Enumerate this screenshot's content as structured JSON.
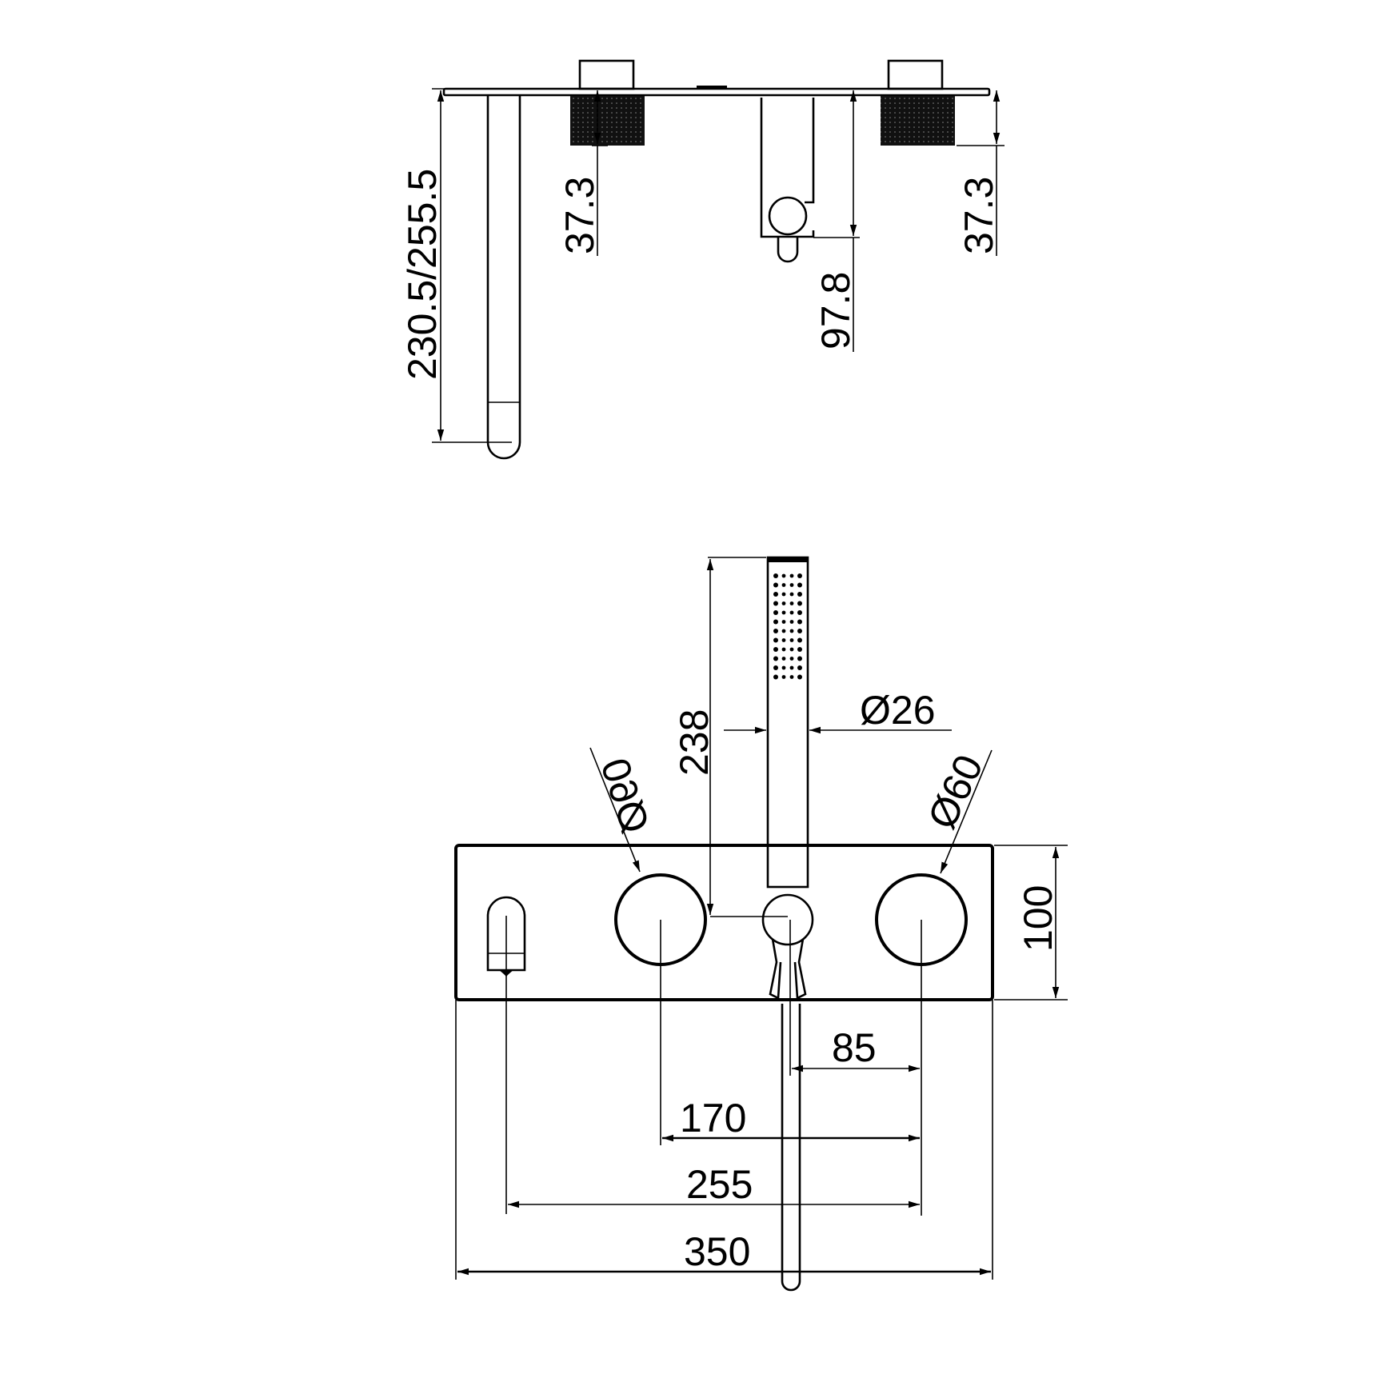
{
  "top_view": {
    "title": "side-view",
    "dimensions": {
      "spout_projection": "230.5/255.5",
      "left_handle_depth": "37.3",
      "right_handle_depth": "37.3",
      "diverter_depth": "97.8"
    }
  },
  "front_view": {
    "title": "front-view",
    "dimensions": {
      "handshower_length": "238",
      "handshower_diameter": "Ø26",
      "left_handle_diameter": "Ø60",
      "right_handle_diameter": "Ø60",
      "plate_height": "100",
      "diverter_to_right_handle": "85",
      "handle_centers": "170",
      "spout_to_right_handle": "255",
      "plate_width": "350"
    }
  },
  "colors": {
    "line": "#000000",
    "background": "#ffffff"
  }
}
